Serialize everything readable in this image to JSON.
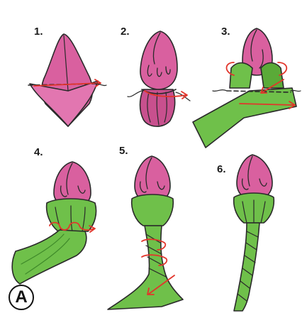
{
  "figure": {
    "badge": "A",
    "steps": [
      {
        "label": "1."
      },
      {
        "label": "2."
      },
      {
        "label": "3."
      },
      {
        "label": "4."
      },
      {
        "label": "5."
      },
      {
        "label": "6."
      }
    ]
  },
  "colors": {
    "petal": "#d9609f",
    "petal_dark": "#a83575",
    "leaf": "#6fc04a",
    "leaf_dark": "#3f8a2a",
    "arrow": "#e2352b",
    "outline": "#2a2a2a"
  }
}
